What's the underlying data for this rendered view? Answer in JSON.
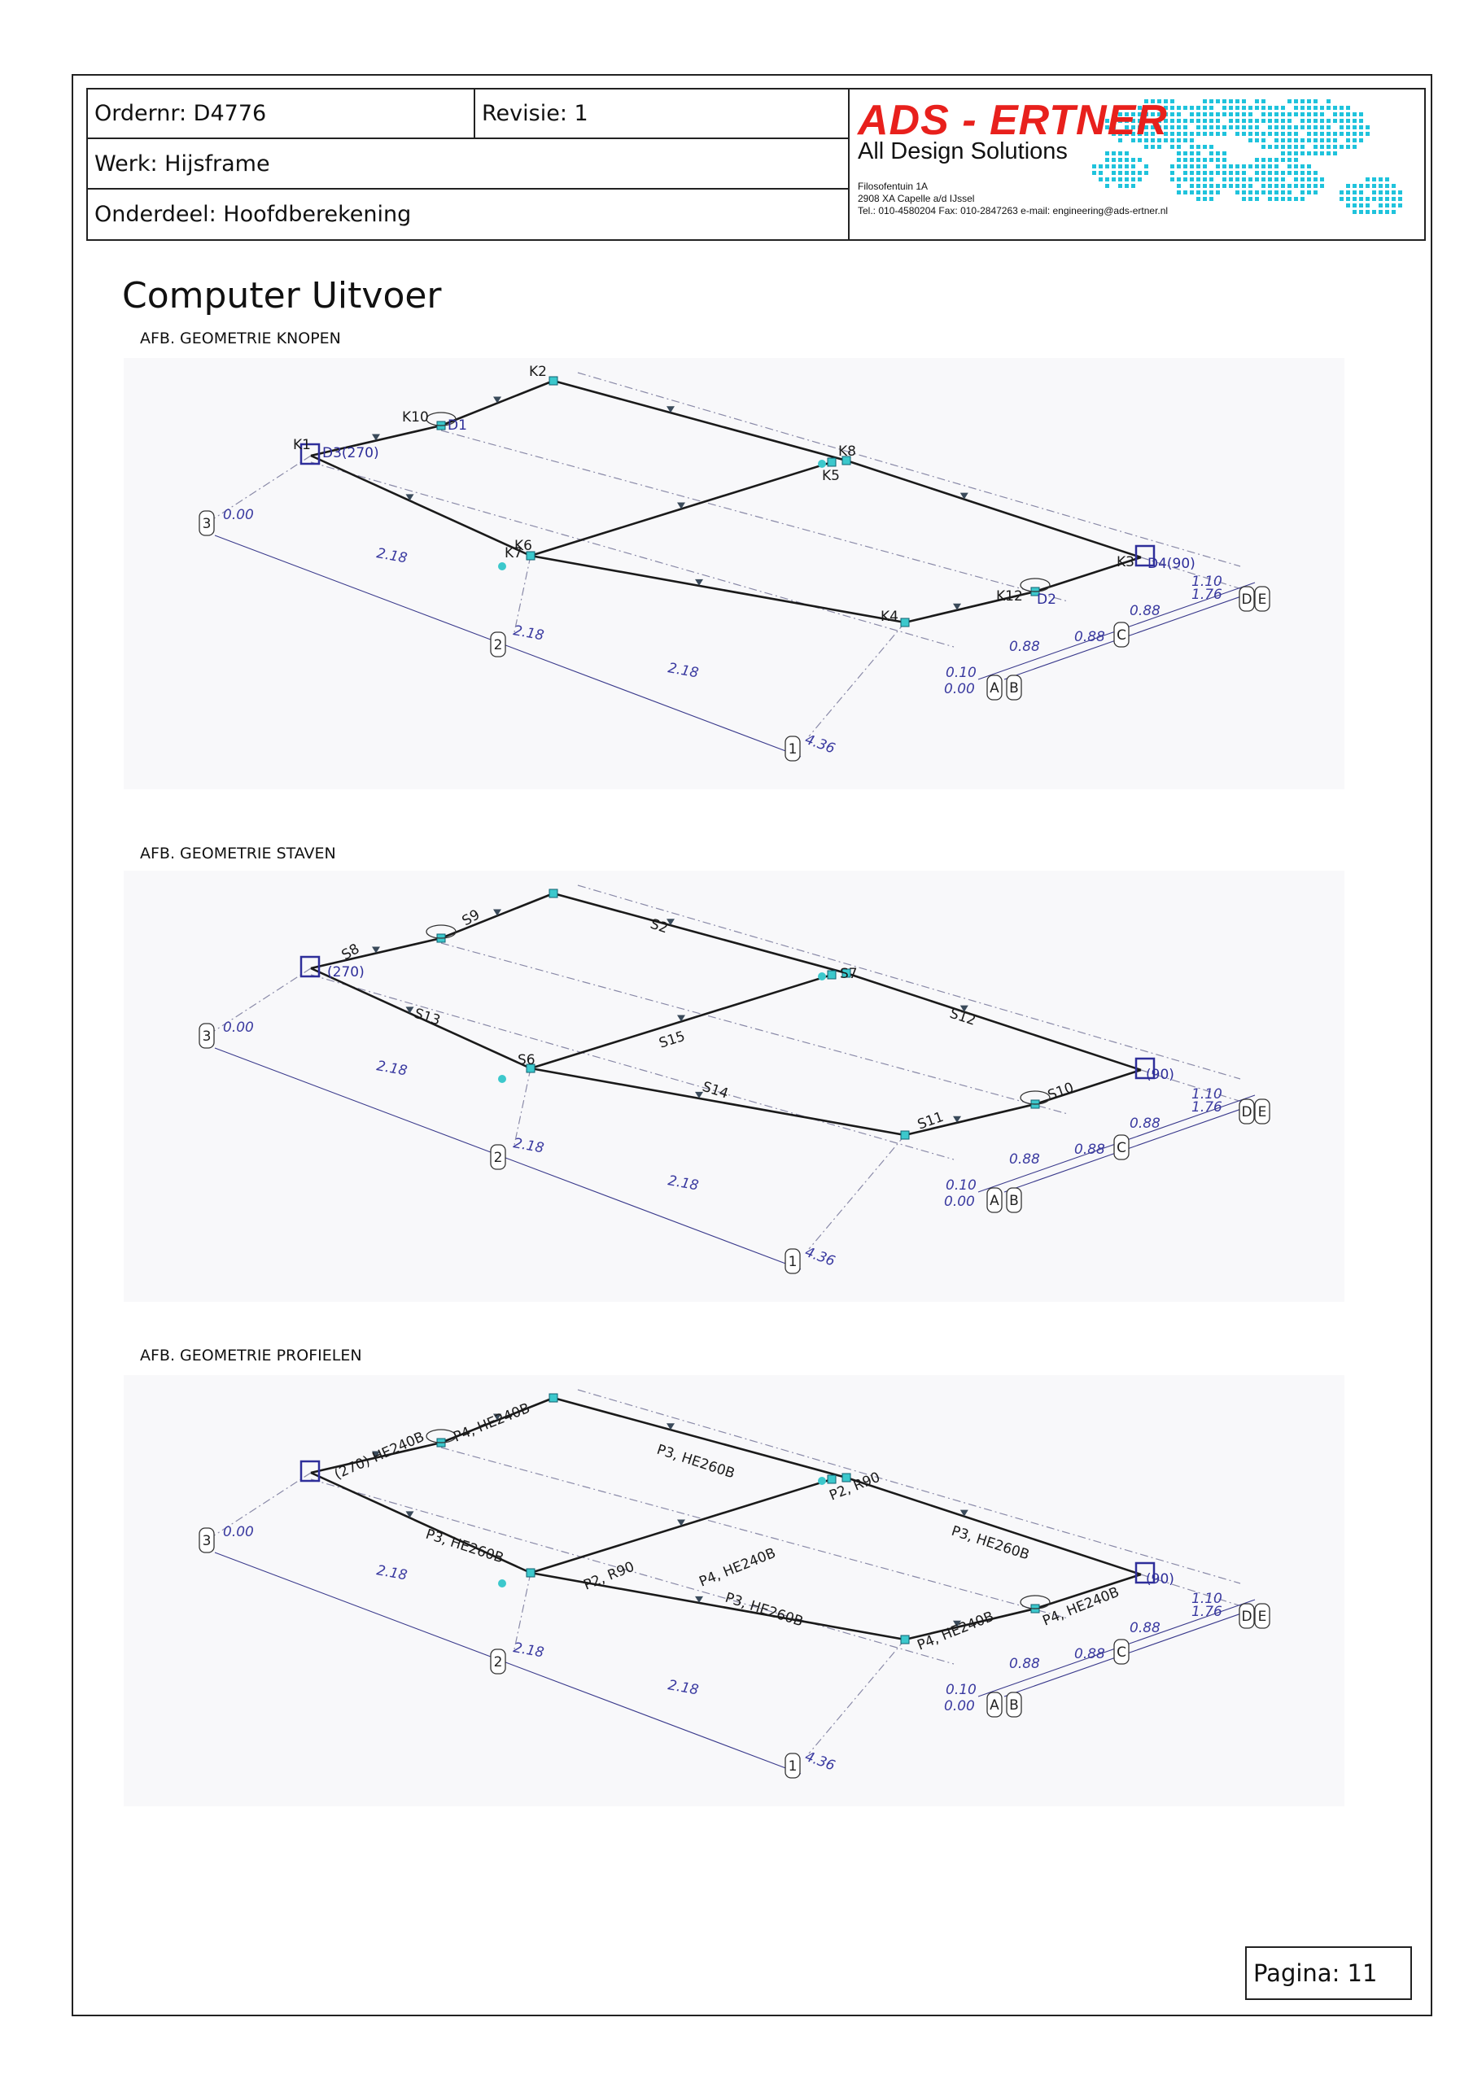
{
  "header": {
    "order": "Ordernr: D4776",
    "revision": "Revisie: 1",
    "work": "Werk: Hijsframe",
    "part": "Onderdeel: Hoofdberekening"
  },
  "logo": {
    "name": "ADS - ERTNER",
    "tagline": "All Design Solutions",
    "address1": "Filosofentuin 1A",
    "address2": "2908 XA Capelle a/d IJssel",
    "contact": "Tel.: 010-4580204 Fax: 010-2847263 e-mail: engineering@ads-ertner.nl",
    "brand_color": "#e8201c",
    "map_color": "#1fc3dc"
  },
  "title": "Computer Uitvoer",
  "figures": [
    {
      "caption": "AFB. GEOMETRIE KNOPEN",
      "labels": {
        "top": "K2",
        "upper_left_mid": "K10",
        "support_upper": "D1",
        "left_end": "K1",
        "support_left": "D3(270)",
        "right_top_mid_a": "K5",
        "right_top_mid_b": "K8",
        "center_a": "K7",
        "center_b": "K6",
        "right_end": "K3",
        "support_right": "D4(90)",
        "lower_mid": "K12",
        "support_lower": "D2",
        "bottom": "K4"
      }
    },
    {
      "caption": "AFB. GEOMETRIE STAVEN",
      "labels": {
        "upper_left_mid": "S9",
        "left_end": "S8",
        "support_left": "(270)",
        "top_edge": "S2",
        "right_top_mid": "S7",
        "right_top_edge": "S12",
        "left_lower_edge": "S13",
        "cross_member": "S15",
        "center": "S6",
        "lower_edge": "S14",
        "right_end": "(90)",
        "lower_mid": "S10",
        "bottom": "S11"
      }
    },
    {
      "caption": "AFB. GEOMETRIE PROFIELEN",
      "labels": {
        "upper_left_mid": "P4, HE240B",
        "left_end": "(270) HE240B",
        "top_edge": "P3, HE260B",
        "right_top_mid": "P2, R90",
        "right_top_edge": "P3, HE260B",
        "left_lower_edge": "P3, HE260B",
        "cross_member": "P4, HE240B",
        "center": "P2, R90",
        "lower_edge": "P3, HE260B",
        "right_end": "(90)",
        "lower_mid": "P4, HE240B",
        "bottom": "P4, HE240B"
      }
    }
  ],
  "grid": {
    "axes_numbers": [
      "1",
      "2",
      "3"
    ],
    "axes_letters": [
      "A",
      "B",
      "C",
      "D",
      "E"
    ],
    "dim_left": [
      "0.00",
      "2.18",
      "2.18",
      "2.18",
      "4.36"
    ],
    "dim_right": [
      "0.10",
      "0.00",
      "0.88",
      "0.88",
      "0.88",
      "1.10",
      "1.76"
    ]
  },
  "page": "Pagina:  11"
}
